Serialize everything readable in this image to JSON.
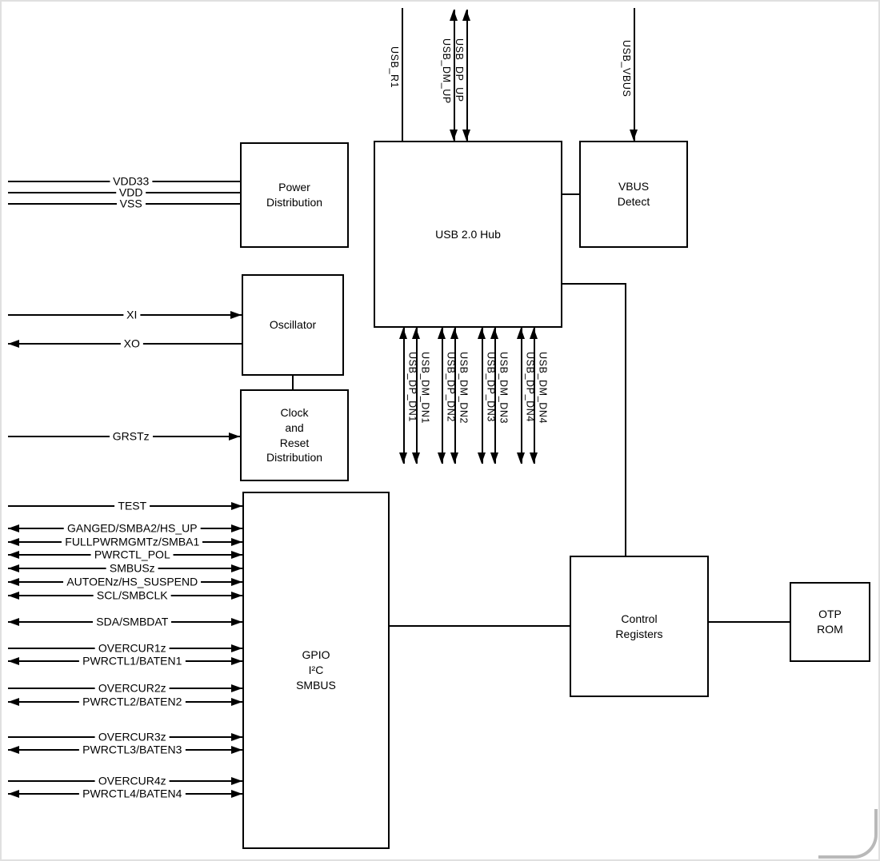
{
  "figure": {
    "type": "functional-block-diagram",
    "background_color": "#ffffff",
    "line_color": "#000000"
  },
  "blocks": {
    "power_distribution": {
      "label": "Power\nDistribution"
    },
    "usb_hub": {
      "label": "USB 2.0 Hub"
    },
    "vbus_detect": {
      "label": "VBUS\nDetect"
    },
    "oscillator": {
      "label": "Oscillator"
    },
    "clock_reset": {
      "label": "Clock\nand\nReset\nDistribution"
    },
    "gpio": {
      "label": "GPIO\nI²C\nSMBUS"
    },
    "control_registers": {
      "label": "Control\nRegisters"
    },
    "otp_rom": {
      "label": "OTP\nROM"
    }
  },
  "left_signals": [
    {
      "name": "VDD33",
      "direction": "none",
      "connects_to": "power_distribution"
    },
    {
      "name": "VDD",
      "direction": "none",
      "connects_to": "power_distribution"
    },
    {
      "name": "VSS",
      "direction": "none",
      "connects_to": "power_distribution"
    },
    {
      "name": "XI",
      "direction": "in",
      "connects_to": "oscillator"
    },
    {
      "name": "XO",
      "direction": "out",
      "connects_to": "oscillator"
    },
    {
      "name": "GRSTz",
      "direction": "in",
      "connects_to": "clock_reset"
    },
    {
      "name": "TEST",
      "direction": "in",
      "connects_to": "gpio"
    },
    {
      "name": "GANGED/SMBA2/HS_UP",
      "direction": "bidirectional",
      "connects_to": "gpio"
    },
    {
      "name": "FULLPWRMGMTz/SMBA1",
      "direction": "bidirectional",
      "connects_to": "gpio"
    },
    {
      "name": "PWRCTL_POL",
      "direction": "bidirectional",
      "connects_to": "gpio"
    },
    {
      "name": "SMBUSz",
      "direction": "bidirectional",
      "connects_to": "gpio"
    },
    {
      "name": "AUTOENz/HS_SUSPEND",
      "direction": "bidirectional",
      "connects_to": "gpio"
    },
    {
      "name": "SCL/SMBCLK",
      "direction": "bidirectional",
      "connects_to": "gpio"
    },
    {
      "name": "SDA/SMBDAT",
      "direction": "bidirectional",
      "connects_to": "gpio"
    },
    {
      "name": "OVERCUR1z",
      "direction": "in",
      "connects_to": "gpio"
    },
    {
      "name": "PWRCTL1/BATEN1",
      "direction": "bidirectional",
      "connects_to": "gpio"
    },
    {
      "name": "OVERCUR2z",
      "direction": "in",
      "connects_to": "gpio"
    },
    {
      "name": "PWRCTL2/BATEN2",
      "direction": "bidirectional",
      "connects_to": "gpio"
    },
    {
      "name": "OVERCUR3z",
      "direction": "in",
      "connects_to": "gpio"
    },
    {
      "name": "PWRCTL3/BATEN3",
      "direction": "bidirectional",
      "connects_to": "gpio"
    },
    {
      "name": "OVERCUR4z",
      "direction": "in",
      "connects_to": "gpio"
    },
    {
      "name": "PWRCTL4/BATEN4",
      "direction": "bidirectional",
      "connects_to": "gpio"
    }
  ],
  "top_signals": [
    {
      "name": "USB_R1",
      "direction": "none",
      "connects_to": "usb_hub"
    },
    {
      "name": "USB_DM_UP",
      "direction": "bidirectional",
      "connects_to": "usb_hub"
    },
    {
      "name": "USB_DP_UP",
      "direction": "bidirectional",
      "connects_to": "usb_hub"
    },
    {
      "name": "USB_VBUS",
      "direction": "in",
      "connects_to": "vbus_detect"
    }
  ],
  "downstream_signals": [
    {
      "name": "USB_DP_DN1",
      "direction": "bidirectional",
      "connects_to": "usb_hub"
    },
    {
      "name": "USB_DM_DN1",
      "direction": "bidirectional",
      "connects_to": "usb_hub"
    },
    {
      "name": "USB_DP_DN2",
      "direction": "bidirectional",
      "connects_to": "usb_hub"
    },
    {
      "name": "USB_DM_DN2",
      "direction": "bidirectional",
      "connects_to": "usb_hub"
    },
    {
      "name": "USB_DP_DN3",
      "direction": "bidirectional",
      "connects_to": "usb_hub"
    },
    {
      "name": "USB_DM_DN3",
      "direction": "bidirectional",
      "connects_to": "usb_hub"
    },
    {
      "name": "USB_DP_DN4",
      "direction": "bidirectional",
      "connects_to": "usb_hub"
    },
    {
      "name": "USB_DM_DN4",
      "direction": "bidirectional",
      "connects_to": "usb_hub"
    }
  ],
  "connections": [
    "usb_hub - vbus_detect",
    "usb_hub - control_registers",
    "oscillator - clock_reset",
    "gpio - control_registers",
    "control_registers - otp_rom"
  ]
}
